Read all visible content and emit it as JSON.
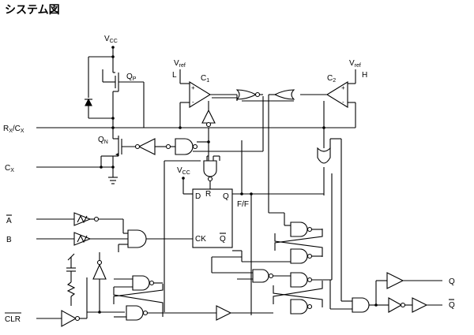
{
  "title": "システム図",
  "pins": {
    "rxcx_main": "R",
    "rxcx_sub1": "X",
    "rxcx_sep": "/C",
    "rxcx_sub2": "X",
    "cx_main": "C",
    "cx_sub": "X",
    "a": "A",
    "b": "B",
    "clr": "CLR",
    "q": "Q",
    "qbar": "Q"
  },
  "supply": {
    "vcc_main": "V",
    "vcc_sub": "CC",
    "vref_main": "V",
    "vref_sub": "ref"
  },
  "transistors": {
    "qp_main": "Q",
    "qp_sub": "P",
    "qn_main": "Q",
    "qn_sub": "N"
  },
  "comparators": {
    "c1_main": "C",
    "c1_sub": "1",
    "c2_main": "C",
    "c2_sub": "2",
    "c1_ref": "L",
    "c2_ref": "H",
    "plus": "+",
    "minus": "-"
  },
  "flipflop": {
    "d": "D",
    "r": "R",
    "q": "Q",
    "ck": "CK",
    "qbar": "Q",
    "label": "F/F"
  }
}
